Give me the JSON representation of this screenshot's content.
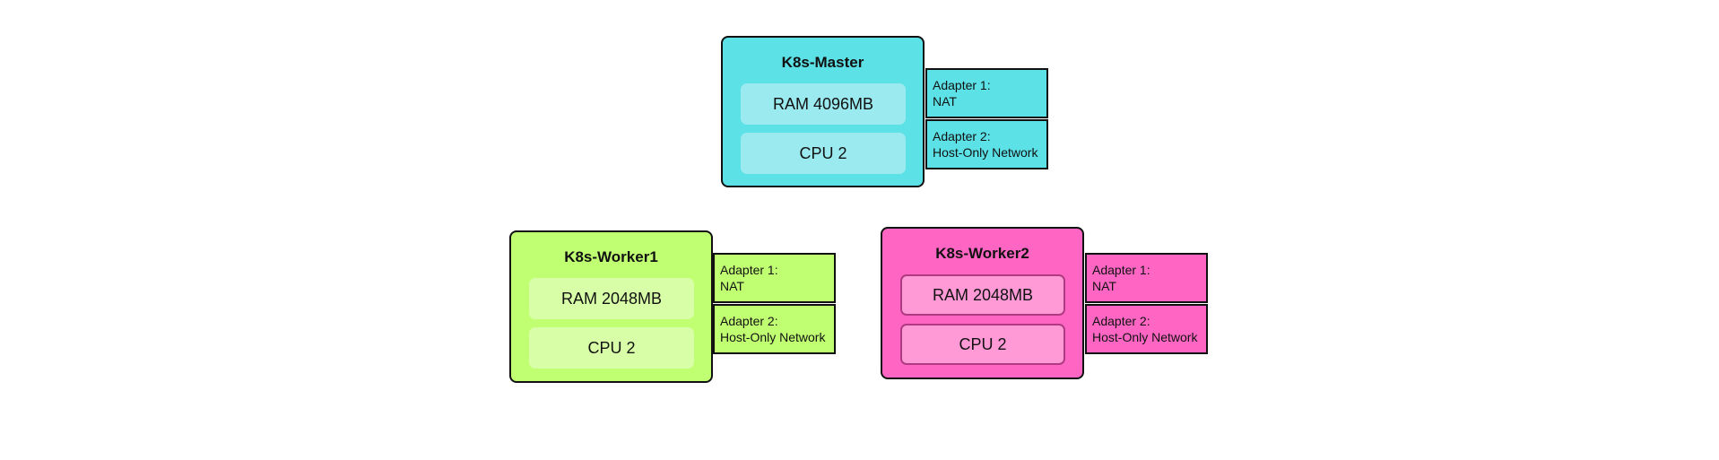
{
  "colors": {
    "master_fill": "#5ce1e6",
    "master_spec_fill": "#9beaef",
    "worker1_fill": "#c1ff72",
    "worker1_spec_fill": "#d8ffa8",
    "worker2_fill": "#ff66c4",
    "worker2_spec_fill": "#ff9ad7",
    "border": "#111111"
  },
  "master": {
    "title": "K8s-Master",
    "ram": "RAM 4096MB",
    "cpu": "CPU 2",
    "adapter1": {
      "label": "Adapter 1:",
      "value": "NAT"
    },
    "adapter2": {
      "label": "Adapter 2:",
      "value": "Host-Only Network"
    }
  },
  "worker1": {
    "title": "K8s-Worker1",
    "ram": "RAM 2048MB",
    "cpu": "CPU 2",
    "adapter1": {
      "label": "Adapter 1:",
      "value": "NAT"
    },
    "adapter2": {
      "label": "Adapter 2:",
      "value": "Host-Only Network"
    }
  },
  "worker2": {
    "title": "K8s-Worker2",
    "ram": "RAM 2048MB",
    "cpu": "CPU 2",
    "adapter1": {
      "label": "Adapter 1:",
      "value": "NAT"
    },
    "adapter2": {
      "label": "Adapter 2:",
      "value": "Host-Only Network"
    }
  }
}
